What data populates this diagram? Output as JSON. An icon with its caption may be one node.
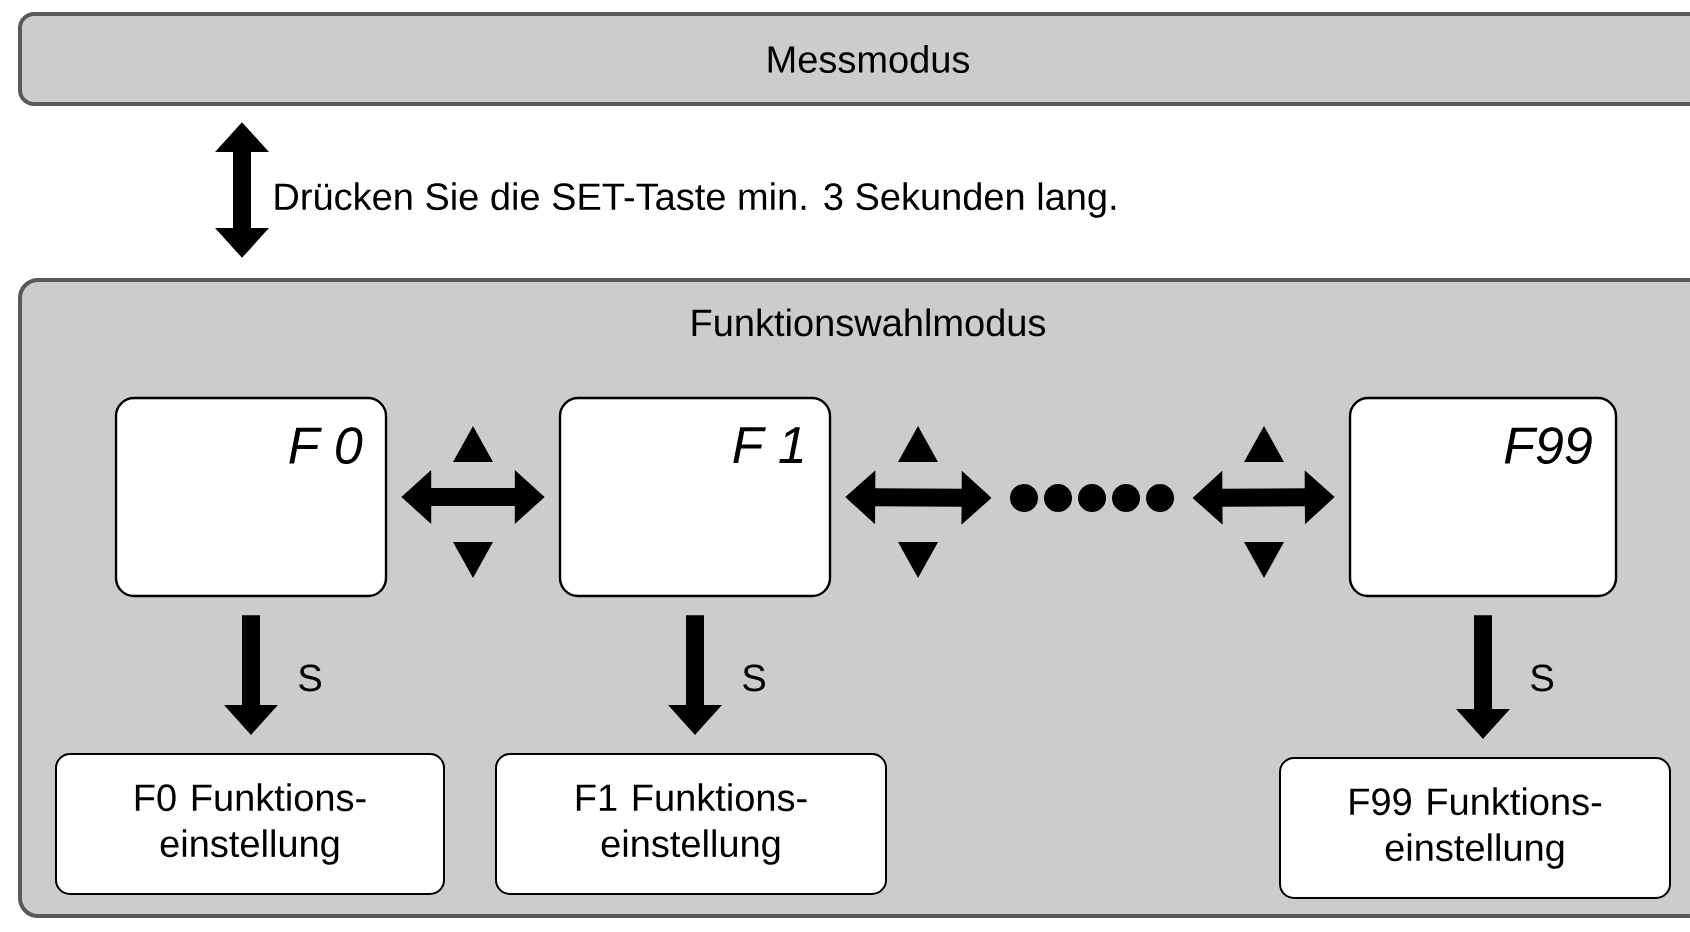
{
  "diagram": {
    "nodes": [
      {
        "text": [
          "Messmodus"
        ]
      },
      {
        "text": [
          "Funktionswahlmodus"
        ]
      },
      {
        "text": [
          "F 0"
        ],
        "in": 1
      },
      {
        "text": [
          "F 1"
        ],
        "in": 1
      },
      {
        "text": [],
        "shape": "dots",
        "in": 1
      },
      {
        "text": [
          "F99"
        ],
        "in": 1
      },
      {
        "text": [
          "F0 Funktions-einstellung"
        ],
        "in": 1
      },
      {
        "text": [
          "F1 Funktions-einstellung"
        ],
        "in": 1
      },
      {
        "text": [
          "F99 Funktions-einstellung"
        ],
        "in": 1
      }
    ],
    "edges": [
      {
        "from": 0,
        "to": 1,
        "arrow": "both",
        "label": "Drücken Sie die SET-Taste min. 3 Sekunden lang."
      },
      {
        "from": 2,
        "to": 3,
        "arrow": "both"
      },
      {
        "from": 3,
        "to": 4,
        "arrow": "both"
      },
      {
        "from": 4,
        "to": 5,
        "arrow": "both"
      },
      {
        "from": 2,
        "to": 6,
        "arrow": "to",
        "label": "S"
      },
      {
        "from": 3,
        "to": 7,
        "arrow": "to",
        "label": "S"
      },
      {
        "from": 5,
        "to": 8,
        "arrow": "to",
        "label": "S"
      }
    ]
  }
}
